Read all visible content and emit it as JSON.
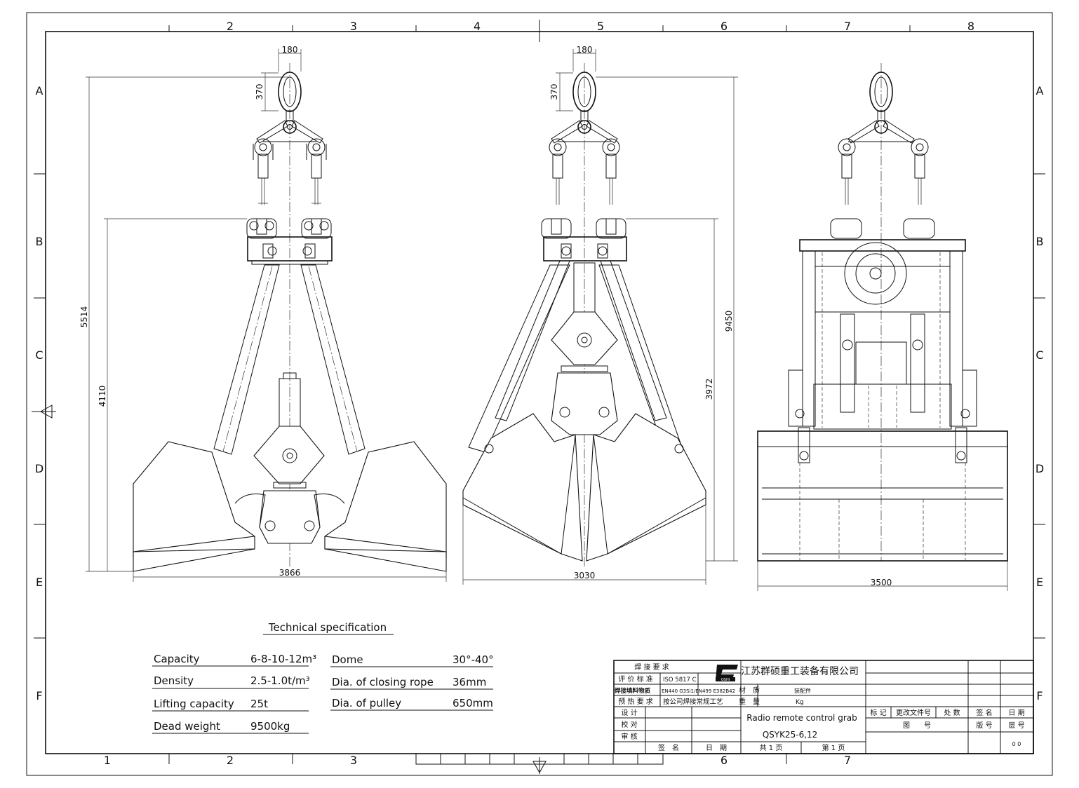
{
  "zone_columns_top": [
    "2",
    "3",
    "4",
    "5",
    "6",
    "7",
    "8"
  ],
  "zone_columns_bottom": [
    "1",
    "2",
    "3",
    "6",
    "7"
  ],
  "zone_rows": [
    "A",
    "B",
    "C",
    "D",
    "E",
    "F"
  ],
  "views": {
    "left": {
      "dim_eye_width": "180",
      "dim_eye_height": "370",
      "dim_total_height": "5514",
      "dim_body_height": "4110",
      "dim_span_width": "3866"
    },
    "middle": {
      "dim_eye_width": "180",
      "dim_eye_height": "370",
      "dim_open_height": "9450",
      "dim_body_height": "3972",
      "dim_span_width": "3030"
    },
    "right": {
      "dim_width": "3500"
    }
  },
  "spec": {
    "title": "Technical specification",
    "left": [
      {
        "label": "Capacity",
        "value": "6-8-10-12m³"
      },
      {
        "label": "Density",
        "value": "2.5-1.0t/m³"
      },
      {
        "label": "Lifting capacity",
        "value": "25t"
      },
      {
        "label": "Dead weight",
        "value": "9500kg"
      }
    ],
    "right": [
      {
        "label": "Dome",
        "value": "30°-40°"
      },
      {
        "label": "Dia. of closing rope",
        "value": "36mm"
      },
      {
        "label": "Dia. of pulley",
        "value": "650mm"
      }
    ]
  },
  "title_block": {
    "weld_req": "焊 接 要 求",
    "eval_std_label": "评 价 标 准",
    "eval_std_value": "ISO 5817 C",
    "filler_label": "焊接填料物质",
    "filler_value": "EN440 G3Si1/EN499 E382B42",
    "preheat_label": "预 热 要 求",
    "preheat_value": "按公司焊接常规工艺",
    "material_label": "材　质",
    "material_value": "装配件",
    "weight_label": "重　量",
    "weight_value": "Kg",
    "company": "江苏群硕重工装备有限公司",
    "logo_text": "QSHI",
    "design": "设 计",
    "check": "校 对",
    "review": "审 核",
    "sign": "签　名",
    "date": "日　期",
    "drawing_title": "Radio remote control grab",
    "drawing_no": "QSYK25-6,12",
    "total_pages": "共 1 页",
    "page_no": "第 1 页",
    "rev_headers": [
      "标 记",
      "更改文件号",
      "处 数",
      "签 名",
      "日 期"
    ],
    "fig_no": "图　　号",
    "version": "版 号",
    "layer": "层 号",
    "version_value": "0 0"
  }
}
